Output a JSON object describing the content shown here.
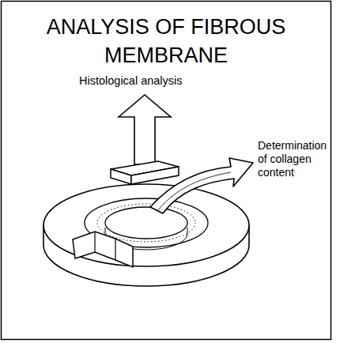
{
  "diagram": {
    "title": "ANALYSIS OF FIBROUS MEMBRANE",
    "labels": [
      "Histological analysis",
      "Determination of collagen content"
    ]
  }
}
